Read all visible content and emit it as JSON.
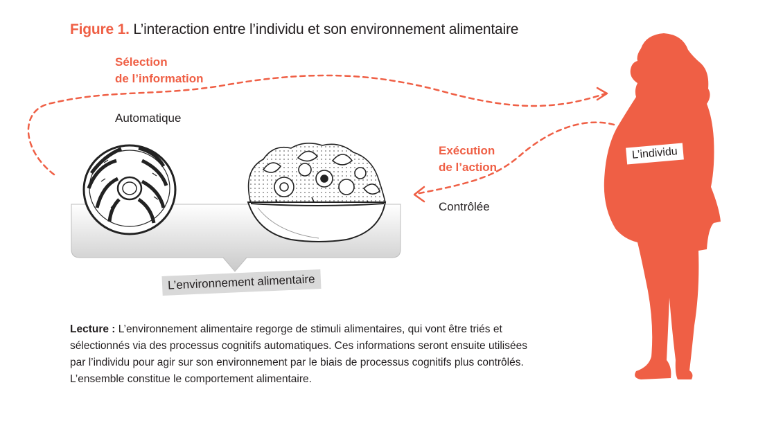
{
  "title": {
    "figure_number": "Figure 1.",
    "text": "L’interaction entre l’individu et son environnement alimentaire"
  },
  "labels": {
    "selection_line1": "Sélection",
    "selection_line2": "de l’information",
    "automatique": "Automatique",
    "execution_line1": "Exécution",
    "execution_line2": "de l’action",
    "controlee": "Contrôlée",
    "environnement": "L’environnement alimentaire",
    "individu": "L’individu"
  },
  "lecture": {
    "key": "Lecture :",
    "text": "L’environnement alimentaire regorge de stimuli alimentaires, qui vont être triés et sélectionnés via des processus cognitifs automatiques. Ces informations seront ensuite utilisées par l’individu pour agir sur son environnement par le biais de processus cognitifs plus contrôlés. L’ensemble constitue le comportement alimentaire."
  },
  "colors": {
    "accent": "#ef5f45",
    "text": "#231f20",
    "label_bg": "#d9d9d9"
  },
  "icons": [
    "donut-illustration",
    "salad-bowl-illustration",
    "person-silhouette",
    "dashed-arrow"
  ]
}
